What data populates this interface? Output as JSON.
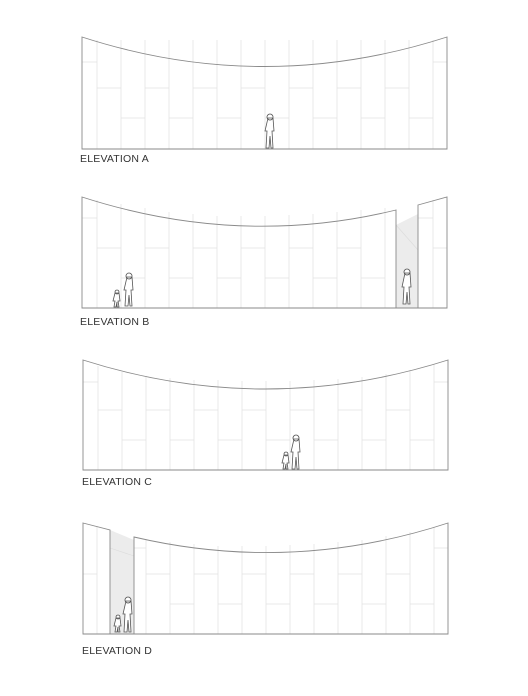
{
  "elevations": [
    {
      "label": "ELEVATION A"
    },
    {
      "label": "ELEVATION B"
    },
    {
      "label": "ELEVATION C"
    },
    {
      "label": "ELEVATION D"
    }
  ],
  "colors": {
    "outline": "#8a8a8a",
    "grid": "#e3e3e3",
    "figure_stroke": "#555555",
    "opening_shadow": "#ececec"
  }
}
